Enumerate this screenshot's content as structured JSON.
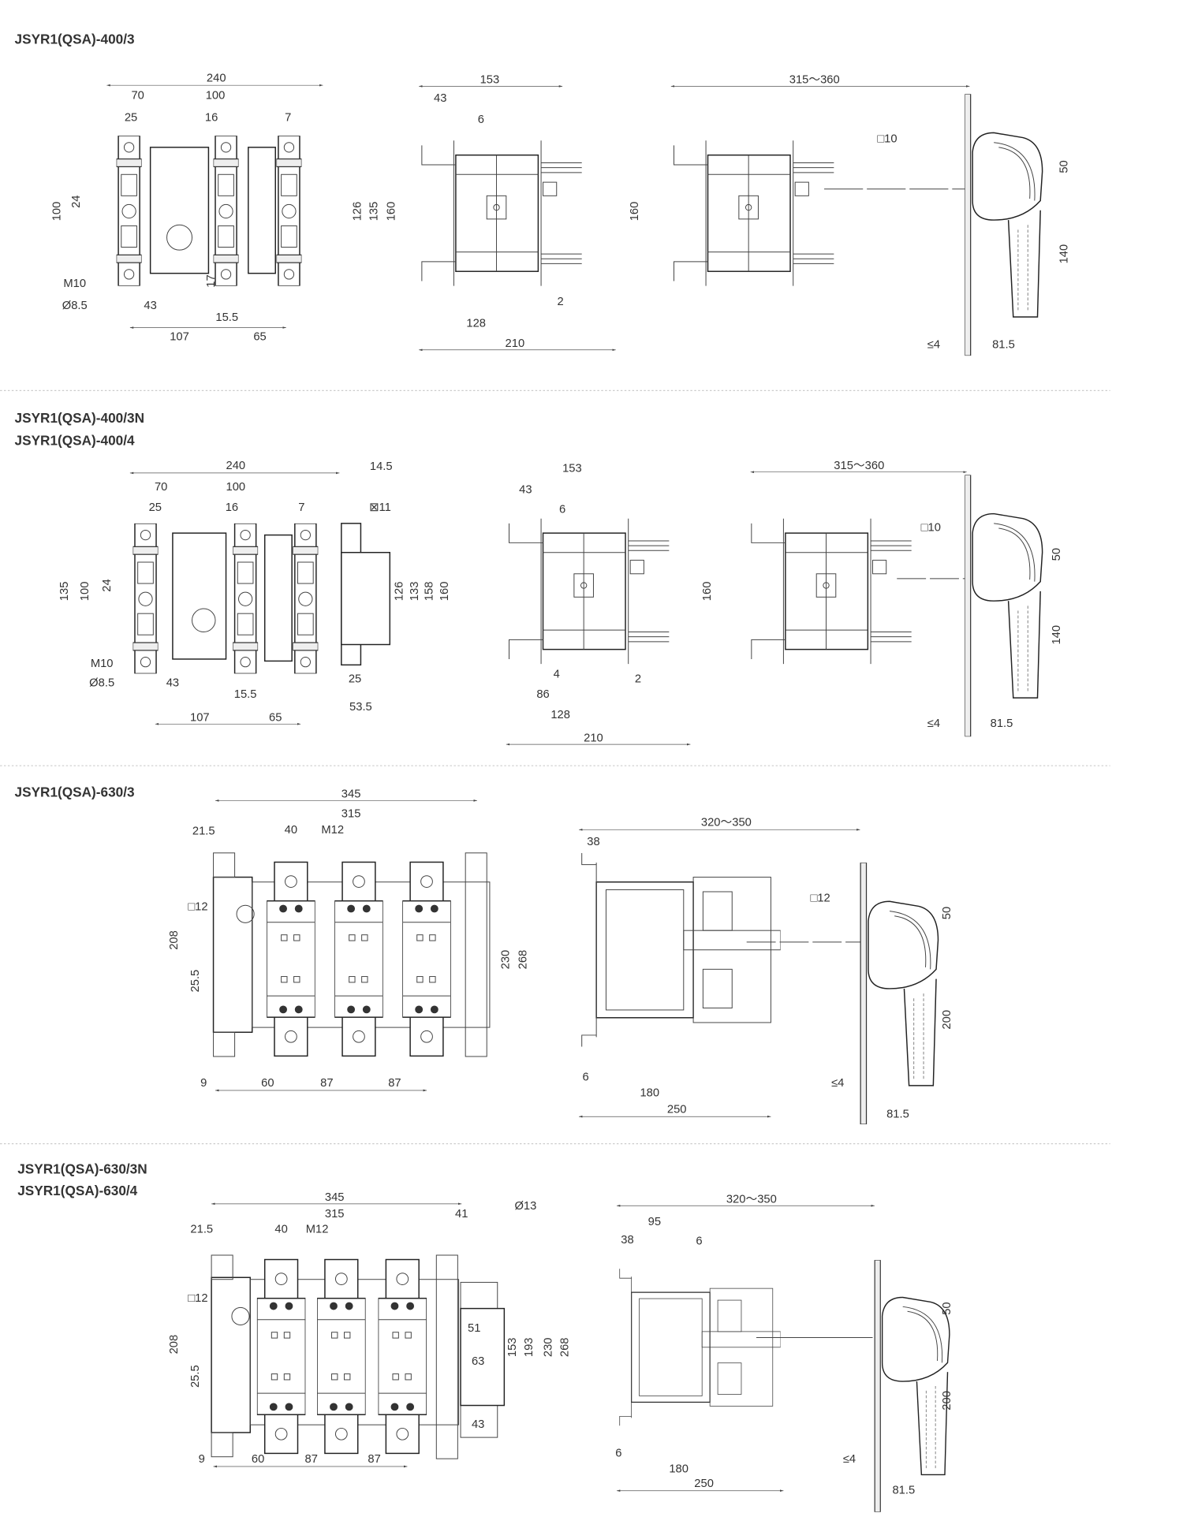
{
  "sections": [
    {
      "titles": [
        "JSYR1(QSA)-400/3"
      ],
      "front": {
        "dims": [
          "240",
          "70",
          "100",
          "25",
          "16",
          "7",
          "100",
          "24",
          "126",
          "135",
          "160",
          "M10",
          "Ø8.5",
          "43",
          "15.5",
          "17",
          "107",
          "65"
        ]
      },
      "side": {
        "dims": [
          "153",
          "43",
          "6",
          "160",
          "2",
          "128",
          "210"
        ]
      },
      "handle": {
        "dims": [
          "315～360",
          "□10",
          "50",
          "140",
          "≤4",
          "81.5"
        ]
      }
    },
    {
      "titles": [
        "JSYR1(QSA)-400/3N",
        "JSYR1(QSA)-400/4"
      ],
      "front": {
        "dims": [
          "240",
          "14.5",
          "70",
          "100",
          "25",
          "16",
          "7",
          "⊠11",
          "135",
          "100",
          "24",
          "126",
          "133",
          "158",
          "160",
          "M10",
          "Ø8.5",
          "43",
          "15.5",
          "25",
          "53.5",
          "107",
          "65"
        ]
      },
      "side": {
        "dims": [
          "153",
          "43",
          "6",
          "160",
          "4",
          "2",
          "86",
          "128",
          "210"
        ]
      },
      "handle": {
        "dims": [
          "315～360",
          "□10",
          "50",
          "140",
          "≤4",
          "81.5"
        ]
      }
    },
    {
      "titles": [
        "JSYR1(QSA)-630/3"
      ],
      "front": {
        "dims": [
          "345",
          "315",
          "21.5",
          "40",
          "M12",
          "□12",
          "208",
          "25.5",
          "230",
          "268",
          "9",
          "60",
          "87",
          "87"
        ]
      },
      "side": {
        "dims": [
          "320～350",
          "38",
          "□12",
          "6",
          "180",
          "250"
        ]
      },
      "handle": {
        "dims": [
          "50",
          "200",
          "≤4",
          "81.5"
        ]
      }
    },
    {
      "titles": [
        "JSYR1(QSA)-630/3N",
        "JSYR1(QSA)-630/4"
      ],
      "front": {
        "dims": [
          "345",
          "315",
          "41",
          "Ø13",
          "21.5",
          "40",
          "M12",
          "□12",
          "208",
          "25.5",
          "51",
          "63",
          "153",
          "193",
          "230",
          "268",
          "43",
          "9",
          "60",
          "87",
          "87"
        ]
      },
      "side": {
        "dims": [
          "320～350",
          "95",
          "38",
          "6",
          "6",
          "180",
          "250"
        ]
      },
      "handle": {
        "dims": [
          "50",
          "200",
          "≤4",
          "81.5"
        ]
      }
    }
  ]
}
